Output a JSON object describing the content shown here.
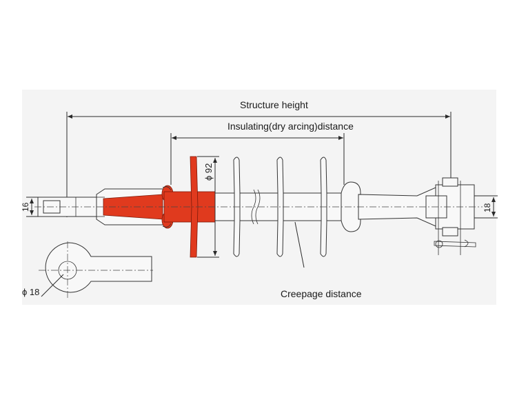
{
  "labels": {
    "structure_height": "Structure height",
    "insulating_distance": "Insulating(dry arcing)distance",
    "creepage_distance": "Creepage distance",
    "dia_92": "ϕ 92",
    "dim_16": "16",
    "dim_18_right": "18",
    "dia_18": "ϕ 18"
  },
  "colors": {
    "red_sheath": "#e03a1e",
    "panel": "#f4f4f4",
    "line": "#2a2a2a"
  }
}
